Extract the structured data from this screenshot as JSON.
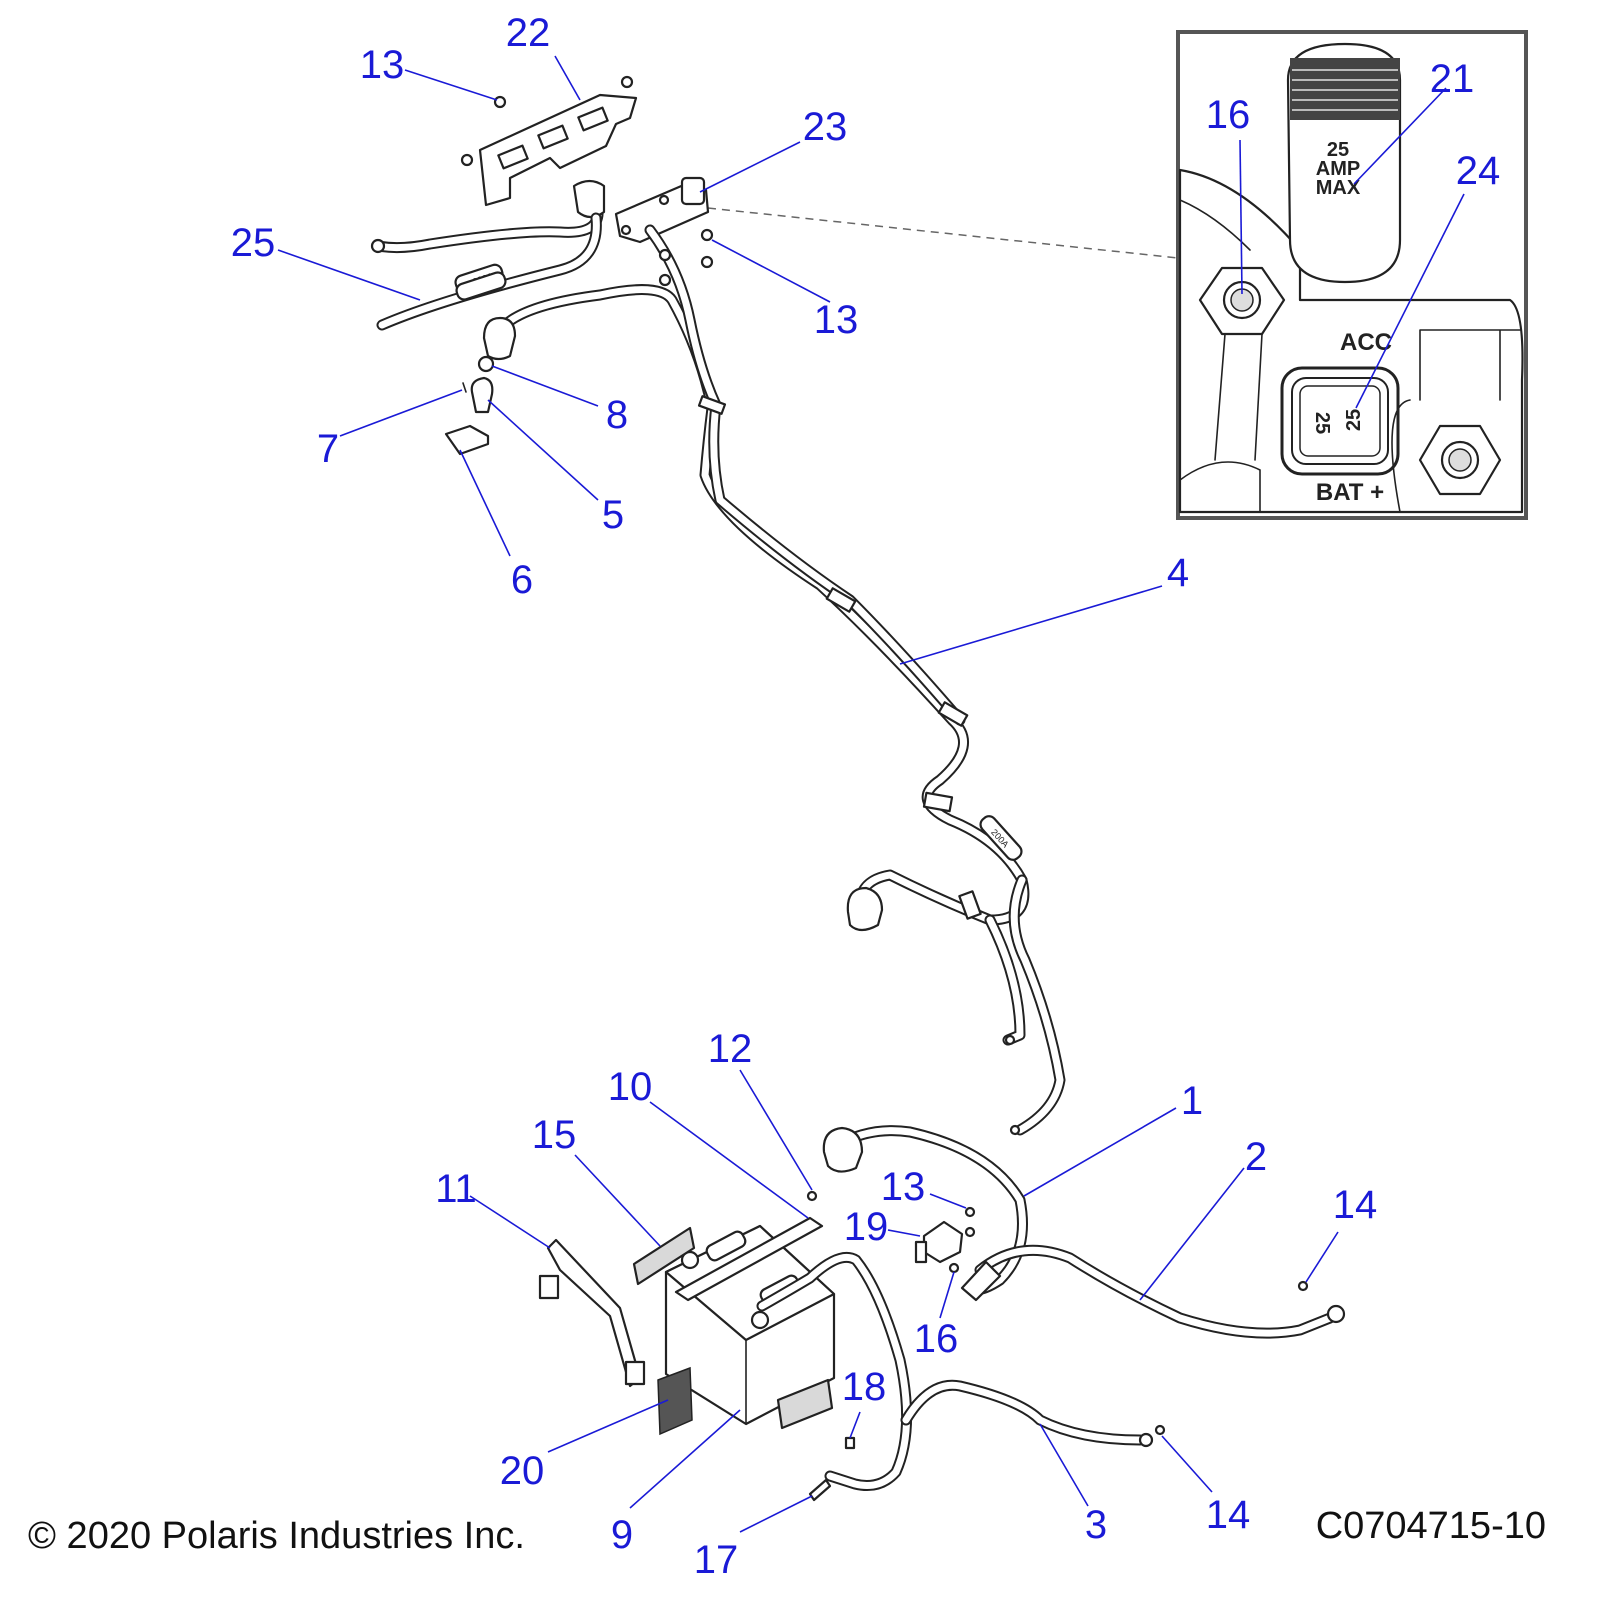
{
  "callouts": {
    "c1": "1",
    "c2": "2",
    "c3": "3",
    "c4": "4",
    "c5": "5",
    "c6": "6",
    "c7": "7",
    "c8": "8",
    "c9": "9",
    "c10": "10",
    "c11": "11",
    "c12": "12",
    "c13a": "13",
    "c13b": "13",
    "c13c": "13",
    "c14a": "14",
    "c14b": "14",
    "c15": "15",
    "c16a": "16",
    "c16b": "16",
    "c17": "17",
    "c18": "18",
    "c19": "19",
    "c20": "20",
    "c21": "21",
    "c22": "22",
    "c23": "23",
    "c24": "24",
    "c25": "25"
  },
  "inset": {
    "fuse_line1": "25",
    "fuse_line2": "AMP",
    "fuse_line3": "MAX",
    "label_acc": "ACC",
    "label_bat": "BAT +",
    "fuse_value_a": "25",
    "fuse_value_b": "25"
  },
  "fuse_tag": "200A",
  "footer": {
    "copyright": "© 2020 Polaris Industries Inc.",
    "part_code": "C0704715-10"
  }
}
